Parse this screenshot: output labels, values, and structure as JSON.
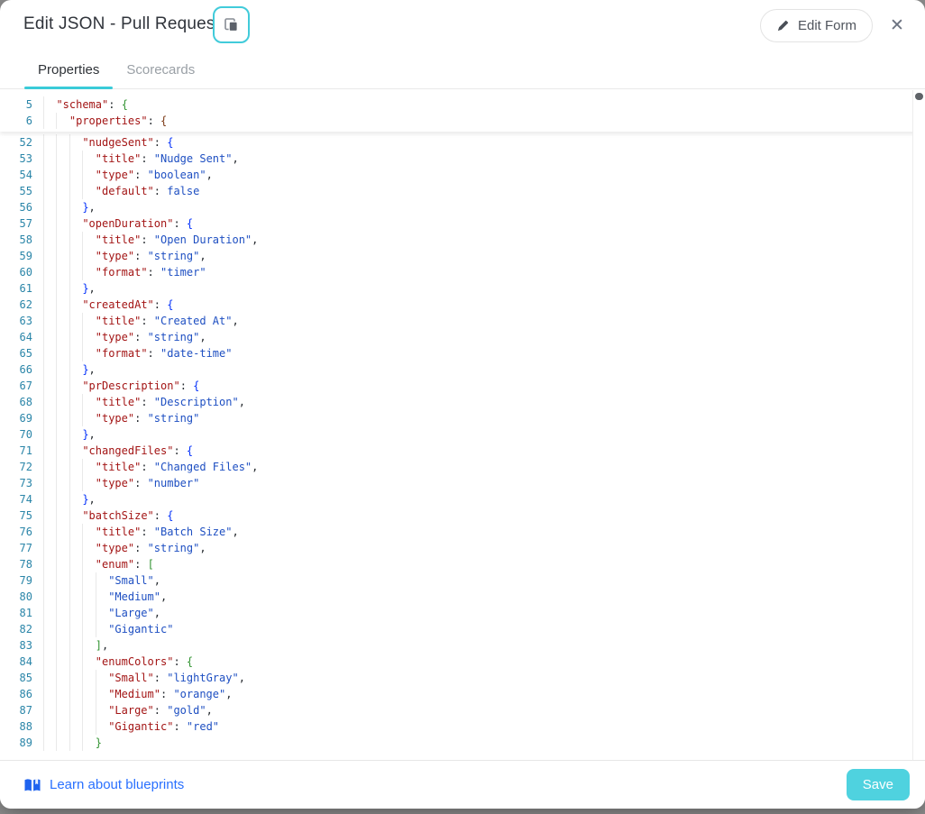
{
  "header": {
    "title": "Edit JSON - Pull Request",
    "edit_form_label": "Edit Form",
    "close_glyph": "✕"
  },
  "tabs": [
    {
      "label": "Properties",
      "active": true
    },
    {
      "label": "Scorecards",
      "active": false
    }
  ],
  "footer": {
    "link_label": "Learn about blueprints",
    "save_label": "Save"
  },
  "colors": {
    "accent_teal": "#3acbd8",
    "save_button": "#4fd2df",
    "link_blue": "#2970ff",
    "json_key": "#a31515",
    "json_string": "#1e4fc2",
    "line_number": "#2a85a8",
    "brace_green": "#319331",
    "brace_brown": "#7b3814",
    "brace_blue": "#0431fa"
  },
  "editor": {
    "sticky_lines": [
      {
        "num": 5,
        "indent": 1,
        "tokens": [
          [
            "k",
            "\"schema\""
          ],
          [
            "p",
            ": "
          ],
          [
            "b2",
            "{"
          ]
        ]
      },
      {
        "num": 6,
        "indent": 2,
        "tokens": [
          [
            "k",
            "\"properties\""
          ],
          [
            "p",
            ": "
          ],
          [
            "b3",
            "{"
          ]
        ]
      }
    ],
    "lines": [
      {
        "num": 52,
        "indent": 3,
        "tokens": [
          [
            "k",
            "\"nudgeSent\""
          ],
          [
            "p",
            ": "
          ],
          [
            "b4",
            "{"
          ]
        ]
      },
      {
        "num": 53,
        "indent": 4,
        "tokens": [
          [
            "k",
            "\"title\""
          ],
          [
            "p",
            ": "
          ],
          [
            "s",
            "\"Nudge Sent\""
          ],
          [
            "p",
            ","
          ]
        ]
      },
      {
        "num": 54,
        "indent": 4,
        "tokens": [
          [
            "k",
            "\"type\""
          ],
          [
            "p",
            ": "
          ],
          [
            "s",
            "\"boolean\""
          ],
          [
            "p",
            ","
          ]
        ]
      },
      {
        "num": 55,
        "indent": 4,
        "tokens": [
          [
            "k",
            "\"default\""
          ],
          [
            "p",
            ": "
          ],
          [
            "n",
            "false"
          ]
        ]
      },
      {
        "num": 56,
        "indent": 3,
        "tokens": [
          [
            "b4",
            "}"
          ],
          [
            "p",
            ","
          ]
        ]
      },
      {
        "num": 57,
        "indent": 3,
        "tokens": [
          [
            "k",
            "\"openDuration\""
          ],
          [
            "p",
            ": "
          ],
          [
            "b4",
            "{"
          ]
        ]
      },
      {
        "num": 58,
        "indent": 4,
        "tokens": [
          [
            "k",
            "\"title\""
          ],
          [
            "p",
            ": "
          ],
          [
            "s",
            "\"Open Duration\""
          ],
          [
            "p",
            ","
          ]
        ]
      },
      {
        "num": 59,
        "indent": 4,
        "tokens": [
          [
            "k",
            "\"type\""
          ],
          [
            "p",
            ": "
          ],
          [
            "s",
            "\"string\""
          ],
          [
            "p",
            ","
          ]
        ]
      },
      {
        "num": 60,
        "indent": 4,
        "tokens": [
          [
            "k",
            "\"format\""
          ],
          [
            "p",
            ": "
          ],
          [
            "s",
            "\"timer\""
          ]
        ]
      },
      {
        "num": 61,
        "indent": 3,
        "tokens": [
          [
            "b4",
            "}"
          ],
          [
            "p",
            ","
          ]
        ]
      },
      {
        "num": 62,
        "indent": 3,
        "tokens": [
          [
            "k",
            "\"createdAt\""
          ],
          [
            "p",
            ": "
          ],
          [
            "b4",
            "{"
          ]
        ]
      },
      {
        "num": 63,
        "indent": 4,
        "tokens": [
          [
            "k",
            "\"title\""
          ],
          [
            "p",
            ": "
          ],
          [
            "s",
            "\"Created At\""
          ],
          [
            "p",
            ","
          ]
        ]
      },
      {
        "num": 64,
        "indent": 4,
        "tokens": [
          [
            "k",
            "\"type\""
          ],
          [
            "p",
            ": "
          ],
          [
            "s",
            "\"string\""
          ],
          [
            "p",
            ","
          ]
        ]
      },
      {
        "num": 65,
        "indent": 4,
        "tokens": [
          [
            "k",
            "\"format\""
          ],
          [
            "p",
            ": "
          ],
          [
            "s",
            "\"date-time\""
          ]
        ]
      },
      {
        "num": 66,
        "indent": 3,
        "tokens": [
          [
            "b4",
            "}"
          ],
          [
            "p",
            ","
          ]
        ]
      },
      {
        "num": 67,
        "indent": 3,
        "tokens": [
          [
            "k",
            "\"prDescription\""
          ],
          [
            "p",
            ": "
          ],
          [
            "b4",
            "{"
          ]
        ]
      },
      {
        "num": 68,
        "indent": 4,
        "tokens": [
          [
            "k",
            "\"title\""
          ],
          [
            "p",
            ": "
          ],
          [
            "s",
            "\"Description\""
          ],
          [
            "p",
            ","
          ]
        ]
      },
      {
        "num": 69,
        "indent": 4,
        "tokens": [
          [
            "k",
            "\"type\""
          ],
          [
            "p",
            ": "
          ],
          [
            "s",
            "\"string\""
          ]
        ]
      },
      {
        "num": 70,
        "indent": 3,
        "tokens": [
          [
            "b4",
            "}"
          ],
          [
            "p",
            ","
          ]
        ]
      },
      {
        "num": 71,
        "indent": 3,
        "tokens": [
          [
            "k",
            "\"changedFiles\""
          ],
          [
            "p",
            ": "
          ],
          [
            "b4",
            "{"
          ]
        ]
      },
      {
        "num": 72,
        "indent": 4,
        "tokens": [
          [
            "k",
            "\"title\""
          ],
          [
            "p",
            ": "
          ],
          [
            "s",
            "\"Changed Files\""
          ],
          [
            "p",
            ","
          ]
        ]
      },
      {
        "num": 73,
        "indent": 4,
        "tokens": [
          [
            "k",
            "\"type\""
          ],
          [
            "p",
            ": "
          ],
          [
            "s",
            "\"number\""
          ]
        ]
      },
      {
        "num": 74,
        "indent": 3,
        "tokens": [
          [
            "b4",
            "}"
          ],
          [
            "p",
            ","
          ]
        ]
      },
      {
        "num": 75,
        "indent": 3,
        "tokens": [
          [
            "k",
            "\"batchSize\""
          ],
          [
            "p",
            ": "
          ],
          [
            "b4",
            "{"
          ]
        ]
      },
      {
        "num": 76,
        "indent": 4,
        "tokens": [
          [
            "k",
            "\"title\""
          ],
          [
            "p",
            ": "
          ],
          [
            "s",
            "\"Batch Size\""
          ],
          [
            "p",
            ","
          ]
        ]
      },
      {
        "num": 77,
        "indent": 4,
        "tokens": [
          [
            "k",
            "\"type\""
          ],
          [
            "p",
            ": "
          ],
          [
            "s",
            "\"string\""
          ],
          [
            "p",
            ","
          ]
        ]
      },
      {
        "num": 78,
        "indent": 4,
        "tokens": [
          [
            "k",
            "\"enum\""
          ],
          [
            "p",
            ": "
          ],
          [
            "b5",
            "["
          ]
        ]
      },
      {
        "num": 79,
        "indent": 5,
        "tokens": [
          [
            "s",
            "\"Small\""
          ],
          [
            "p",
            ","
          ]
        ]
      },
      {
        "num": 80,
        "indent": 5,
        "tokens": [
          [
            "s",
            "\"Medium\""
          ],
          [
            "p",
            ","
          ]
        ]
      },
      {
        "num": 81,
        "indent": 5,
        "tokens": [
          [
            "s",
            "\"Large\""
          ],
          [
            "p",
            ","
          ]
        ]
      },
      {
        "num": 82,
        "indent": 5,
        "tokens": [
          [
            "s",
            "\"Gigantic\""
          ]
        ]
      },
      {
        "num": 83,
        "indent": 4,
        "tokens": [
          [
            "b5",
            "]"
          ],
          [
            "p",
            ","
          ]
        ]
      },
      {
        "num": 84,
        "indent": 4,
        "tokens": [
          [
            "k",
            "\"enumColors\""
          ],
          [
            "p",
            ": "
          ],
          [
            "b5",
            "{"
          ]
        ]
      },
      {
        "num": 85,
        "indent": 5,
        "tokens": [
          [
            "k",
            "\"Small\""
          ],
          [
            "p",
            ": "
          ],
          [
            "s",
            "\"lightGray\""
          ],
          [
            "p",
            ","
          ]
        ]
      },
      {
        "num": 86,
        "indent": 5,
        "tokens": [
          [
            "k",
            "\"Medium\""
          ],
          [
            "p",
            ": "
          ],
          [
            "s",
            "\"orange\""
          ],
          [
            "p",
            ","
          ]
        ]
      },
      {
        "num": 87,
        "indent": 5,
        "tokens": [
          [
            "k",
            "\"Large\""
          ],
          [
            "p",
            ": "
          ],
          [
            "s",
            "\"gold\""
          ],
          [
            "p",
            ","
          ]
        ]
      },
      {
        "num": 88,
        "indent": 5,
        "tokens": [
          [
            "k",
            "\"Gigantic\""
          ],
          [
            "p",
            ": "
          ],
          [
            "s",
            "\"red\""
          ]
        ]
      },
      {
        "num": 89,
        "indent": 4,
        "tokens": [
          [
            "b5",
            "}"
          ]
        ]
      }
    ]
  }
}
